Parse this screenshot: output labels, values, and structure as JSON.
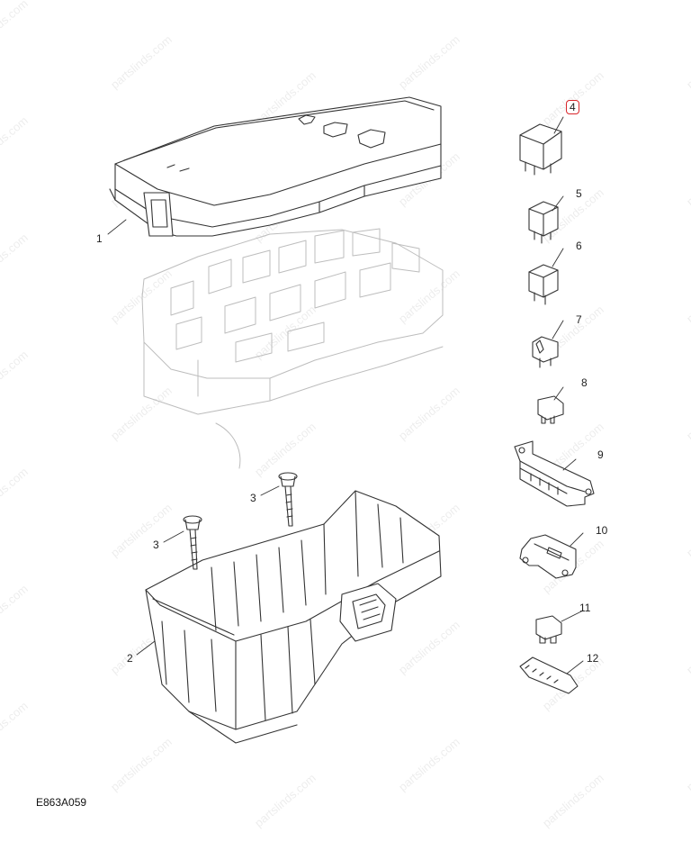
{
  "diagram": {
    "reference_code": "E863A059",
    "watermark_text": "partslinds.com",
    "highlight_color": "#d9262b",
    "line_color": "#333333",
    "ghost_color": "#bdbdbd",
    "callouts": [
      {
        "id": "c1",
        "label": "1"
      },
      {
        "id": "c2",
        "label": "2"
      },
      {
        "id": "c3a",
        "label": "3"
      },
      {
        "id": "c3b",
        "label": "3"
      },
      {
        "id": "c4",
        "label": "4",
        "highlighted": true
      },
      {
        "id": "c5",
        "label": "5"
      },
      {
        "id": "c6",
        "label": "6"
      },
      {
        "id": "c7",
        "label": "7"
      },
      {
        "id": "c8",
        "label": "8"
      },
      {
        "id": "c9",
        "label": "9"
      },
      {
        "id": "c10",
        "label": "10"
      },
      {
        "id": "c11",
        "label": "11"
      },
      {
        "id": "c12",
        "label": "12"
      }
    ]
  }
}
